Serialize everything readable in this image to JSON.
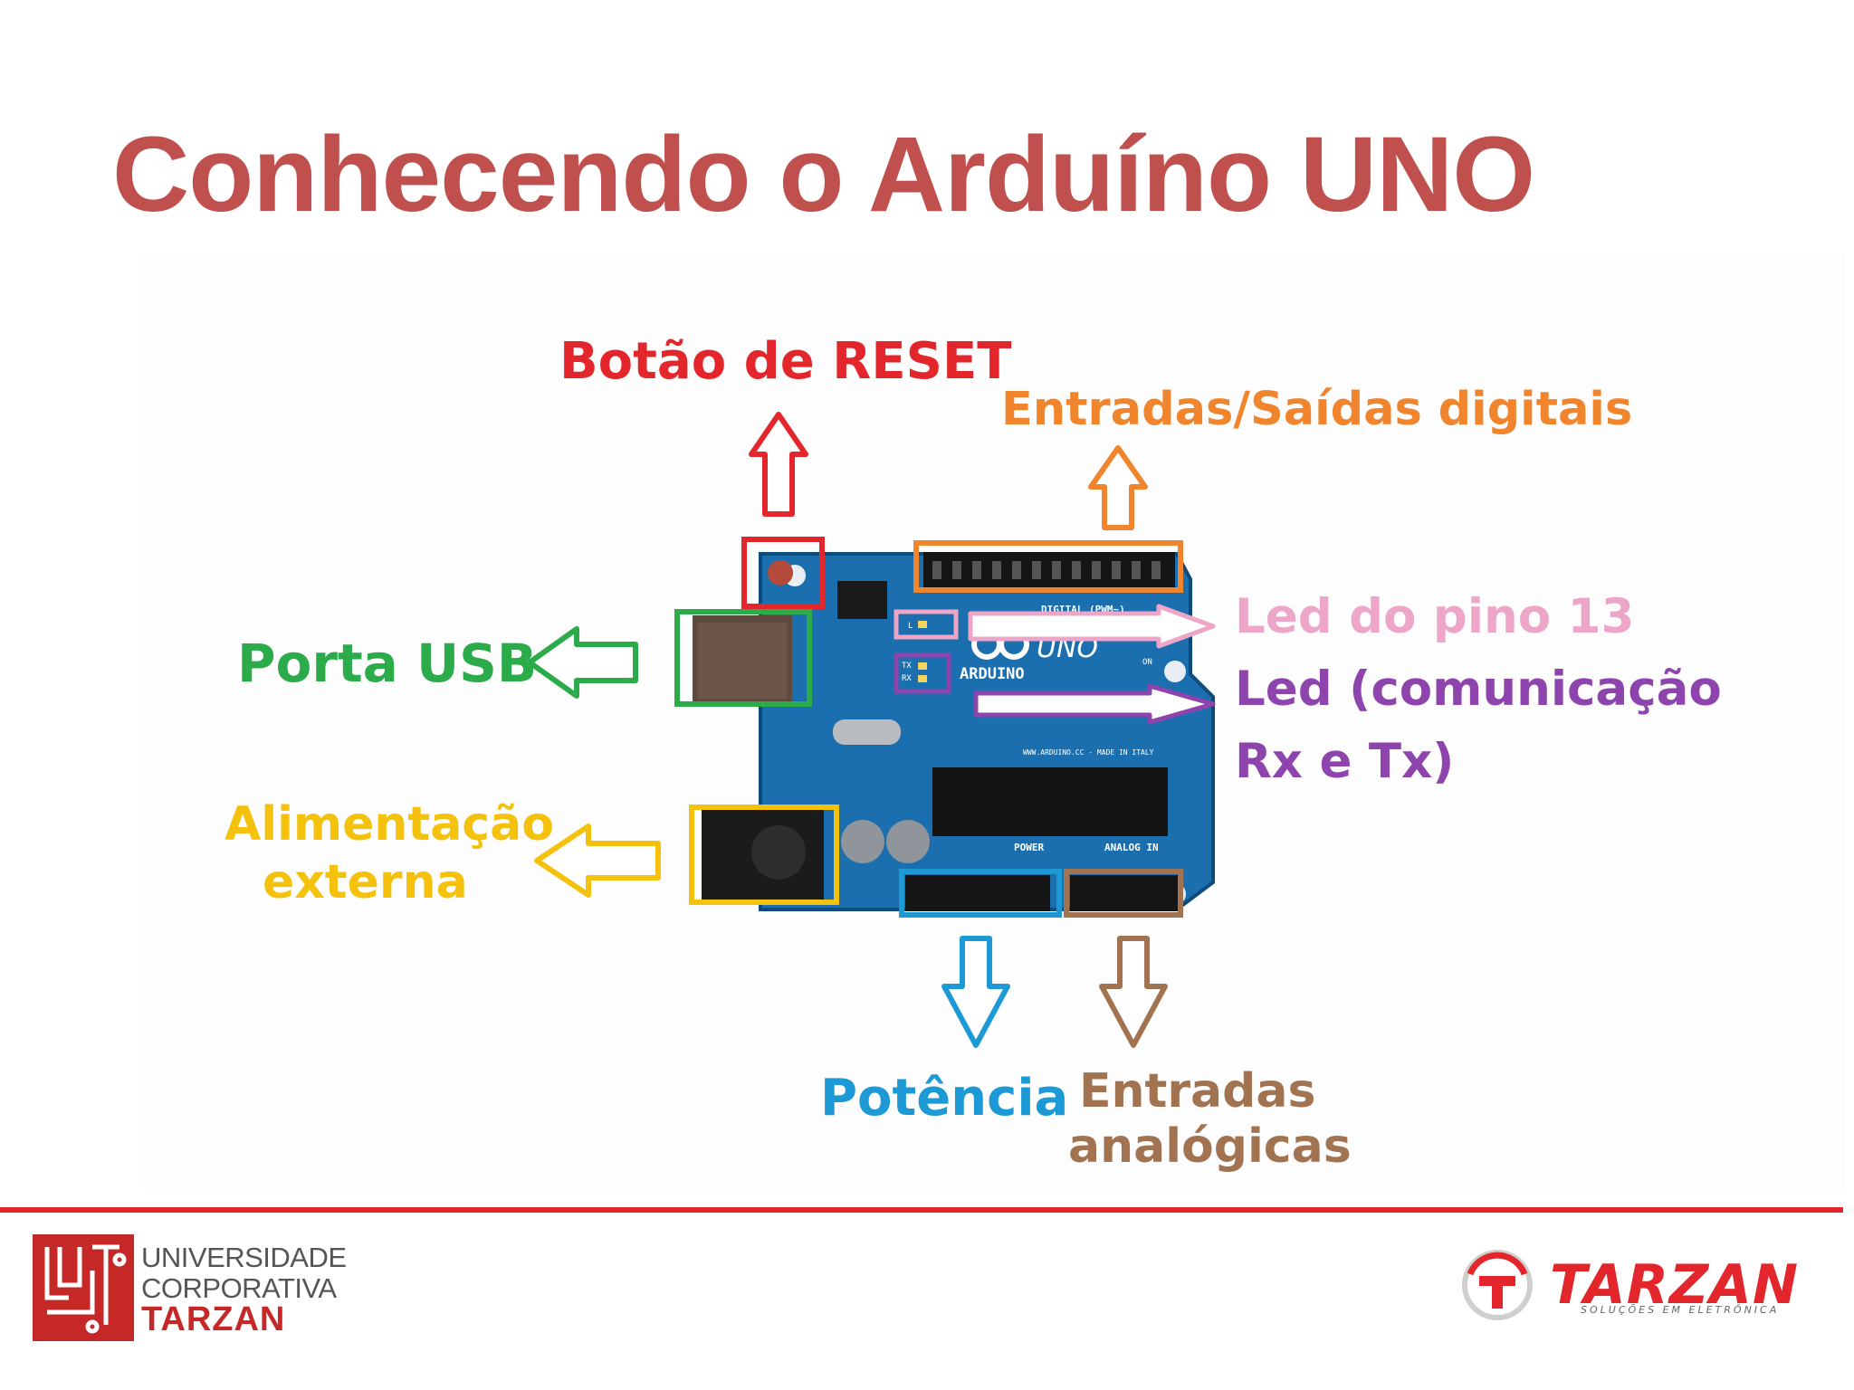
{
  "slide": {
    "title": "Conhecendo o Arduíno UNO"
  },
  "labels": {
    "reset": "Botão de RESET",
    "digital": "Entradas/Saídas digitais",
    "led13": "Led do pino 13",
    "ledcom_line1": "Led (comunicação",
    "ledcom_line2": "Rx e Tx)",
    "usb": "Porta USB",
    "power_ext_line1": "Alimentação",
    "power_ext_line2": "externa",
    "power": "Potência",
    "analog_line1": "Entradas",
    "analog_line2": "analógicas"
  },
  "board": {
    "brand": "ARDUINO",
    "model": "UNO",
    "section_digital": "DIGITAL (PWM~)",
    "section_power": "POWER",
    "section_analog": "ANALOG IN",
    "site": "WWW.ARDUINO.CC - MADE IN ITALY",
    "led_l": "L",
    "led_tx": "TX",
    "led_rx": "RX",
    "led_on": "ON"
  },
  "footer": {
    "uc_line1": "UNIVERSIDADE",
    "uc_line2": "CORPORATIVA",
    "uc_line3": "TARZAN",
    "tarzan_name": "TARZAN",
    "tarzan_tagline": "SOLUÇÕES EM ELETRÔNICA"
  },
  "colors": {
    "title": "#c0504d",
    "reset": "#e3262b",
    "digital": "#f0852d",
    "led13": "#eea6c8",
    "ledcom": "#8e44ad",
    "usb": "#2bab4a",
    "power_ext": "#f4c20d",
    "power": "#1d9ad6",
    "analog": "#a27351",
    "board": "#1c6fae",
    "footer_line": "#e3262b"
  }
}
